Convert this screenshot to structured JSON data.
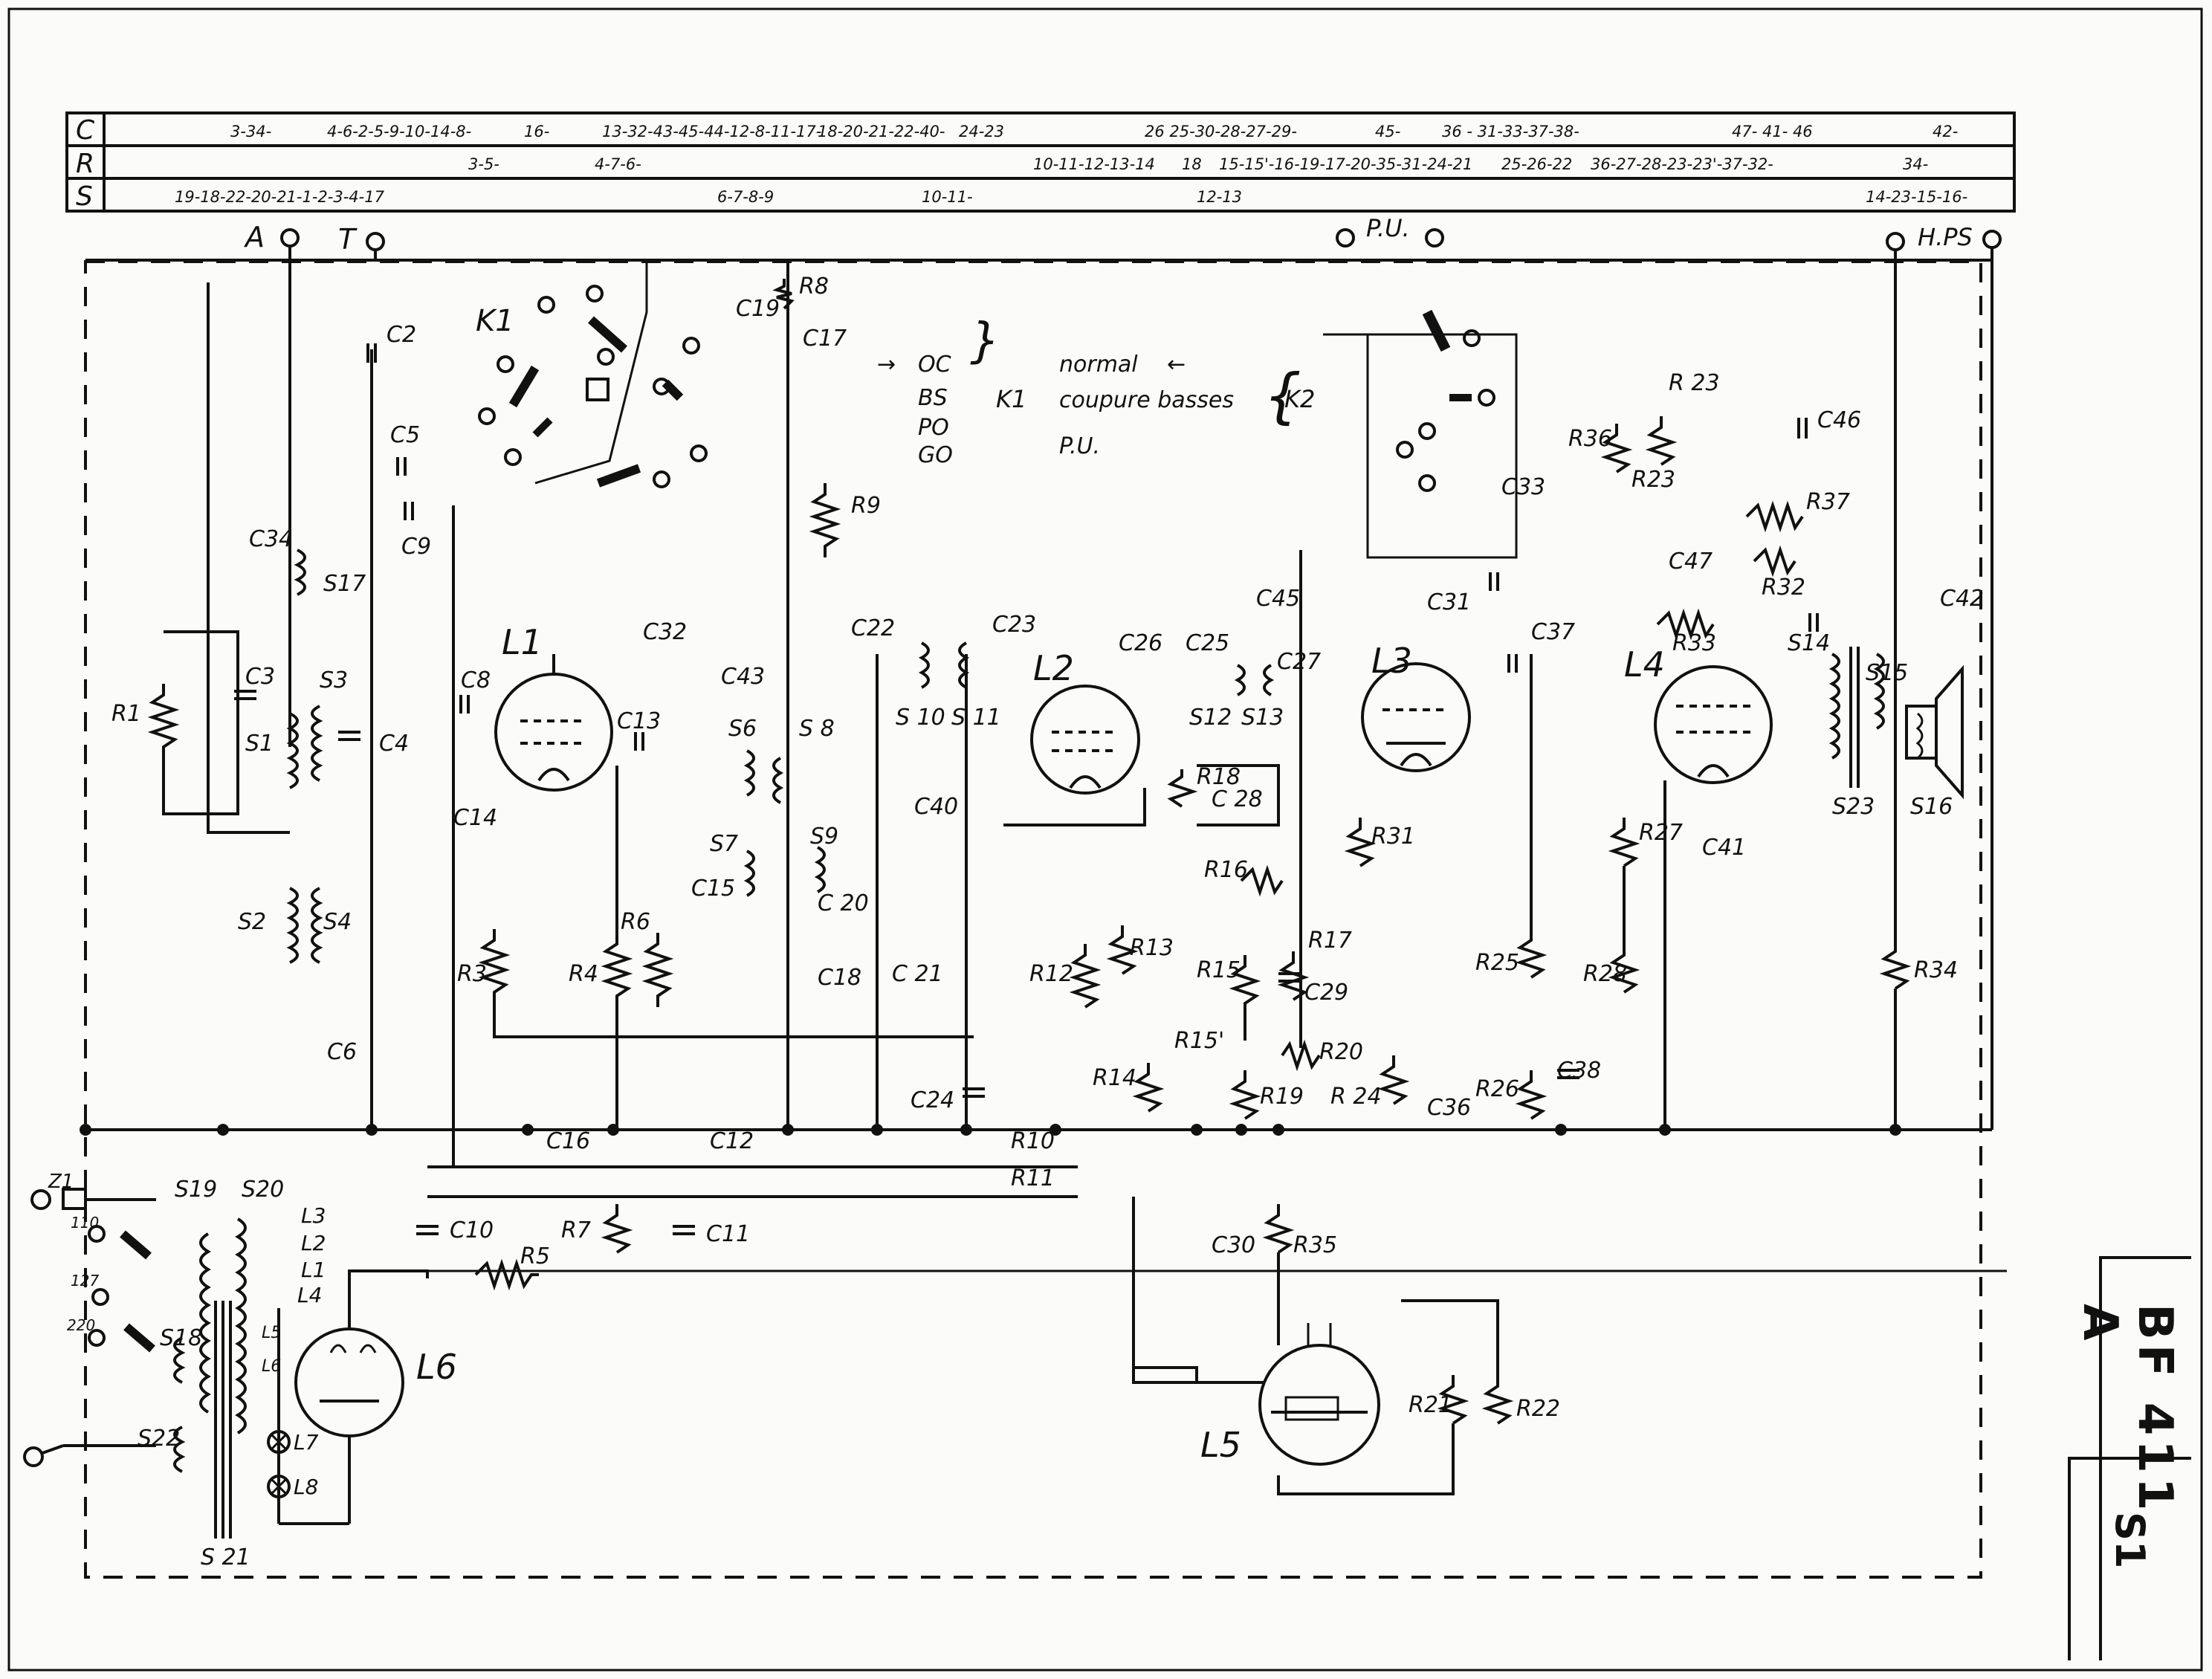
{
  "table": {
    "rows": [
      {
        "key": "C",
        "entries": [
          "3-34-",
          "4-6-2-5-9-10-14-8-",
          "16-",
          "13-32-43-45-44-12-8-11-17-",
          "18-20-21-22-40-",
          "24-23",
          "26 25-30-28-27-29-",
          "45-",
          "36 - 31-33-37-38-",
          "47- 41- 46",
          "42-"
        ]
      },
      {
        "key": "R",
        "entries": [
          "3-5-",
          "4-7-6-",
          "10-11-12-13-14",
          "18",
          "15-15'-16-19-17-20-35-31-24-21",
          "25-26-22",
          "36-27-28-23-23'-37-32-",
          "34-"
        ]
      },
      {
        "key": "S",
        "entries": [
          "19-18-22-20-21-1-2-3-4-17",
          "6-7-8-9",
          "10-11-",
          "12-13",
          "14-23-15-16-"
        ]
      }
    ]
  },
  "terminals": {
    "aerial": "A",
    "earth": "T",
    "pickup": "P.U.",
    "ext_speaker": "H.PS"
  },
  "switch_k1": {
    "name": "K1",
    "positions": [
      "OC",
      "BS",
      "PO",
      "GO"
    ]
  },
  "switch_k2": {
    "name": "K2",
    "positions": [
      "normal",
      "coupure basses",
      "P.U."
    ]
  },
  "tubes": [
    "L1",
    "L2",
    "L3",
    "L4",
    "L5",
    "L6"
  ],
  "lamps": [
    "L7",
    "L8"
  ],
  "mains": {
    "fuse": "Z1",
    "taps": [
      "110",
      "127",
      "220"
    ]
  },
  "labels": {
    "capacitors": [
      "C2",
      "C3",
      "C4",
      "C5",
      "C6",
      "C8",
      "C9",
      "C10",
      "C11",
      "C12",
      "C13",
      "C14",
      "C15",
      "C16",
      "C17",
      "C18",
      "C19",
      "C 20",
      "C 21",
      "C22",
      "C23",
      "C24",
      "C25",
      "C26",
      "C27",
      "C 28",
      "C29",
      "C30",
      "C31",
      "C32",
      "C33",
      "C34",
      "C36",
      "C37",
      "C38",
      "C40",
      "C41",
      "C42",
      "C43",
      "C45",
      "C46",
      "C47"
    ],
    "resistors": [
      "R1",
      "R3",
      "R4",
      "R5",
      "R6",
      "R7",
      "R8",
      "R9",
      "R10",
      "R11",
      "R12",
      "R13",
      "R14",
      "R15",
      "R15'",
      "R16",
      "R17",
      "R18",
      "R19",
      "R20",
      "R21",
      "R22",
      "R23",
      "R 23",
      "R 24",
      "R25",
      "R26",
      "R27",
      "R28",
      "R31",
      "R32",
      "R33",
      "R34",
      "R35",
      "R36",
      "R37"
    ],
    "coils": [
      "S1",
      "S2",
      "S3",
      "S4",
      "S6",
      "S7",
      "S 8",
      "S9",
      "S 10",
      "S 11",
      "S12",
      "S13",
      "S14",
      "S15",
      "S16",
      "S17",
      "S18",
      "S19",
      "S20",
      "S 21",
      "S22",
      "S23"
    ],
    "transformer_taps": [
      "L3",
      "L2",
      "L1",
      "L4",
      "L5",
      "L6"
    ]
  },
  "title_block": {
    "model": "BF 411 A",
    "sheet": "S1"
  }
}
